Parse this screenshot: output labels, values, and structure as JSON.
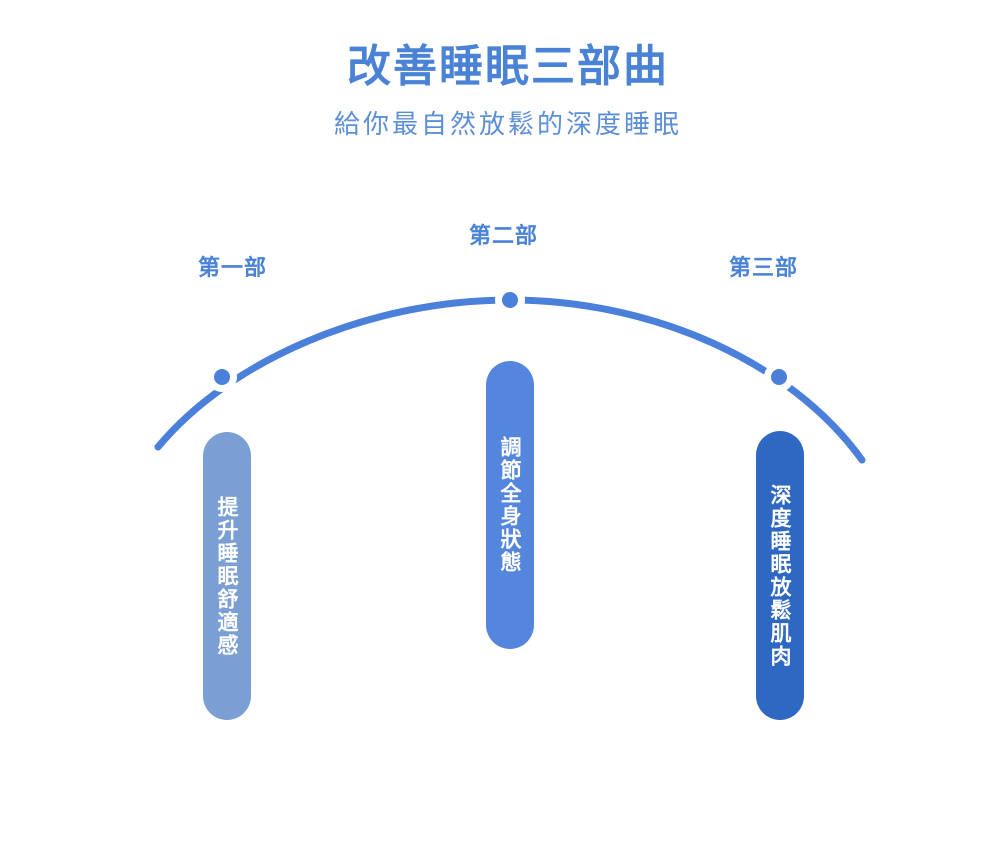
{
  "title": "改善睡眠三部曲",
  "subtitle": "給你最自然放鬆的深度睡眠",
  "parts": [
    {
      "label": "第一部",
      "text": "提升睡眠舒適感",
      "color": "#7b9fd2"
    },
    {
      "label": "第二部",
      "text": "調節全身狀態",
      "color": "#5486dd"
    },
    {
      "label": "第三部",
      "text": "深度睡眠放鬆肌肉",
      "color": "#2f68c2"
    }
  ],
  "arc_color": "#4a80d9"
}
